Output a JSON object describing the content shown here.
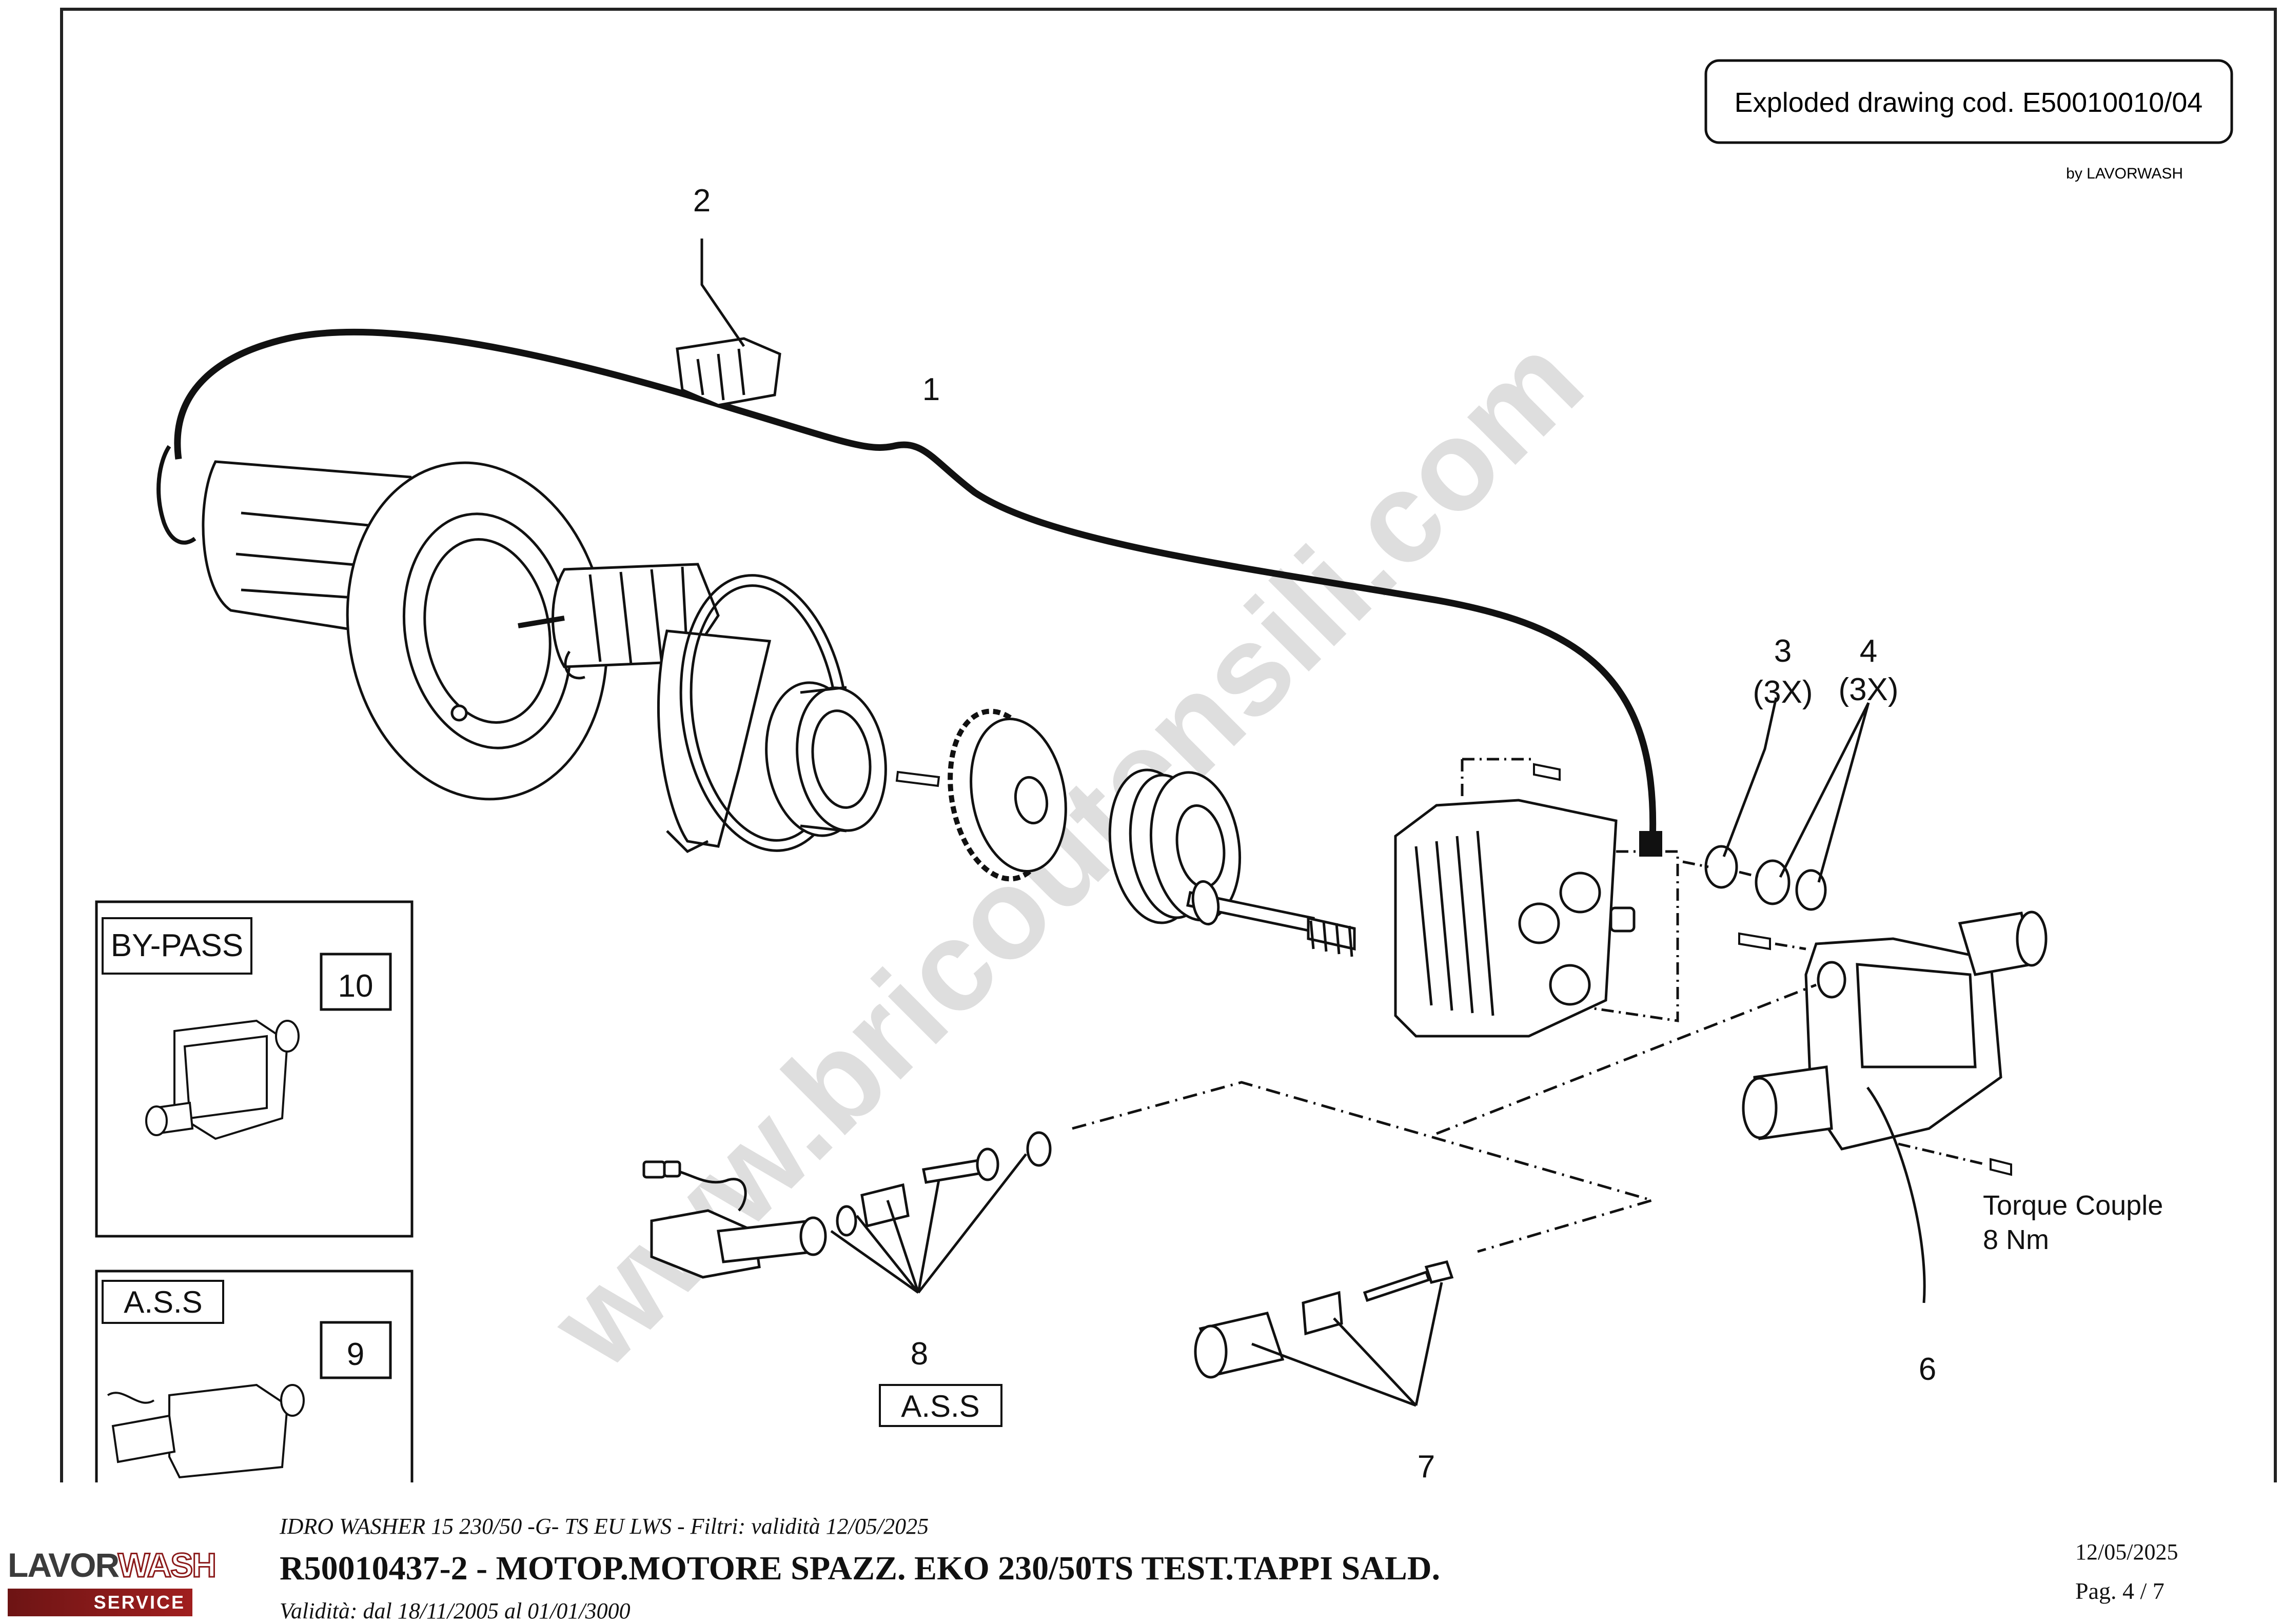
{
  "header": {
    "drawing_code": "Exploded drawing cod. E50010010/04",
    "credit": "by LAVORWASH"
  },
  "watermark": "www.bricoutensili.com",
  "callouts": {
    "c1": "1",
    "c2": "2",
    "c3": "3",
    "c3_qty": "(3X)",
    "c4": "4",
    "c4_qty": "(3X)",
    "c6": "6",
    "c7": "7",
    "c8": "8",
    "c9": "9",
    "c10": "10"
  },
  "labels": {
    "bypass": "BY-PASS",
    "ass_panel": "A.S.S",
    "ass_center": "A.S.S",
    "torque_line1": "Torque Couple",
    "torque_line2": "8 Nm"
  },
  "footer": {
    "subtitle": "IDRO WASHER 15 230/50 -G- TS EU LWS - Filtri: validità 12/05/2025",
    "title": "R50010437-2 - MOTOP.MOTORE SPAZZ. EKO 230/50TS TEST.TAPPI SALD.",
    "validity": "Validità: dal 18/11/2005 al 01/01/3000",
    "date": "12/05/2025",
    "page": "Pag. 4 / 7",
    "logo_brand_a": "LAVOR",
    "logo_brand_b": "WASH",
    "logo_service": "SERVICE"
  },
  "colors": {
    "line": "#111111",
    "watermark": "#d9d9d9",
    "logo_red": "#8b1a1a"
  }
}
